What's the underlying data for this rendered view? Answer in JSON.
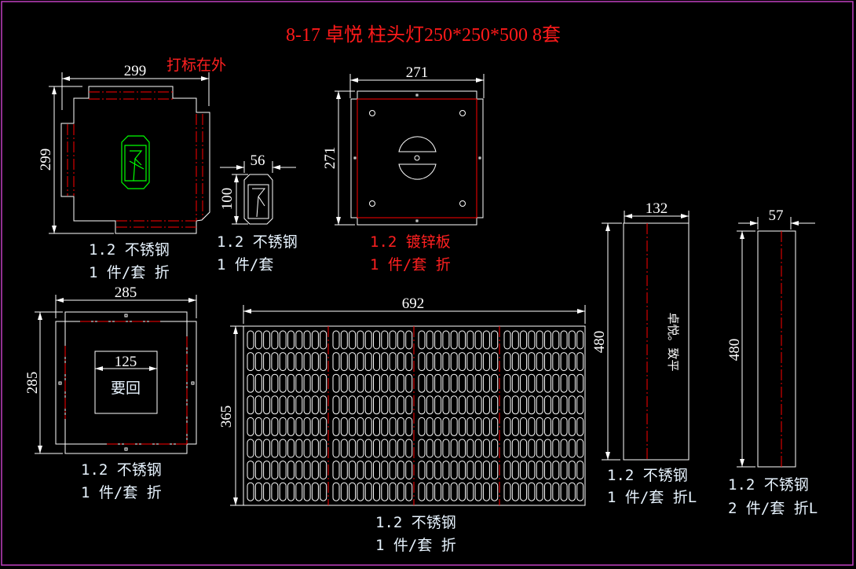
{
  "title": "8-17 卓悦 柱头灯250*250*500 8套",
  "colors": {
    "background": "#000000",
    "lines": "#ffffff",
    "fold_lines": "#ff0000",
    "logo": "#00ff00",
    "frame": "#c040c0"
  },
  "parts": [
    {
      "id": "top-box",
      "dims": {
        "width": "299",
        "height": "299"
      },
      "note": "打标在外",
      "material": "1.2 不锈钢",
      "qty": "1 件/套 折"
    },
    {
      "id": "logo-plate",
      "dims": {
        "width": "56",
        "height": "100"
      },
      "material": "1.2 不锈钢",
      "qty": "1 件/套"
    },
    {
      "id": "galvanized-plate",
      "dims": {
        "width": "271",
        "height": "271"
      },
      "material": "1.2 镀锌板",
      "qty": "1 件/套 折"
    },
    {
      "id": "bottom-box",
      "dims": {
        "width": "285",
        "height": "285",
        "opening": "125"
      },
      "center_text": "要回",
      "material": "1.2 不锈钢",
      "qty": "1 件/套 折"
    },
    {
      "id": "perforated-panel",
      "dims": {
        "width": "692",
        "height": "365"
      },
      "material": "1.2 不锈钢",
      "qty": "1 件/套 折"
    },
    {
      "id": "side-panel-132",
      "dims": {
        "width": "132",
        "height": "480"
      },
      "engraving": "卓悦。致平",
      "material": "1.2 不锈钢",
      "qty": "1 件/套 折L"
    },
    {
      "id": "side-panel-57",
      "dims": {
        "width": "57",
        "height": "480"
      },
      "material": "1.2 不锈钢",
      "qty": "2 件/套 折L"
    }
  ]
}
